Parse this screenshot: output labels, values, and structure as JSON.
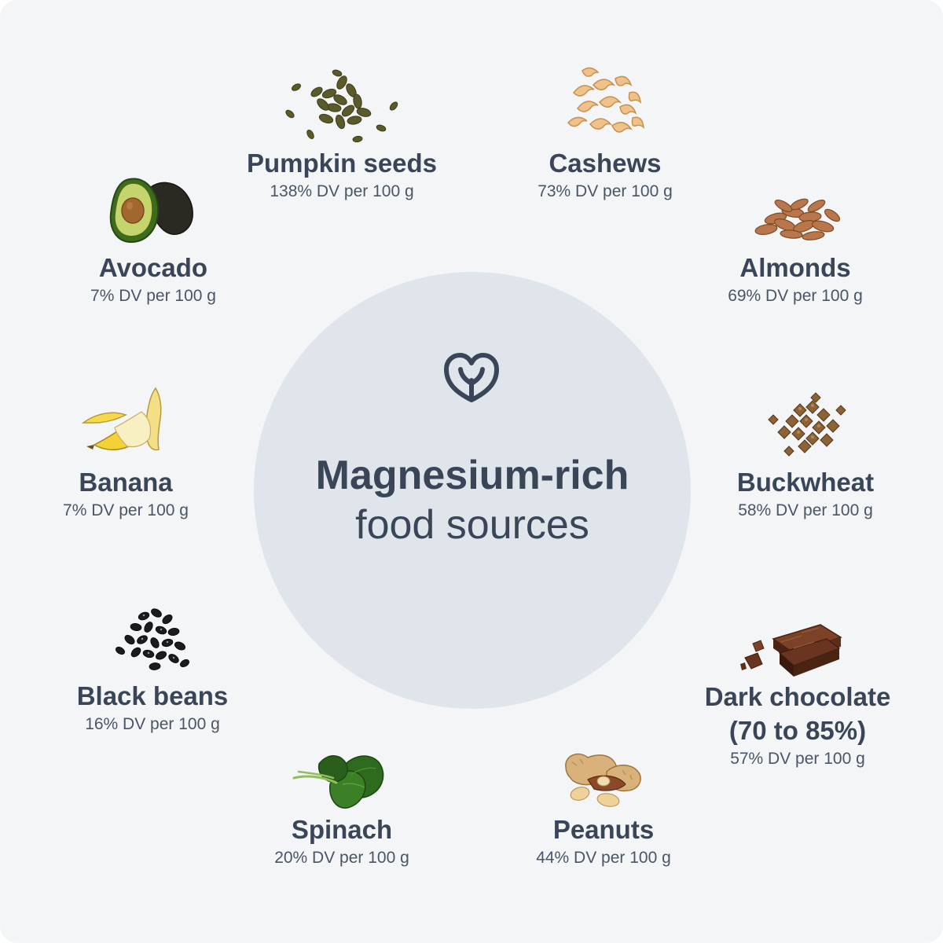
{
  "title": {
    "line1": "Magnesium-rich",
    "line2": "food sources"
  },
  "center_icon": "leaf-heart-icon",
  "colors": {
    "background": "#f3f5f7",
    "circle": "#dfe5eb",
    "text": "#3a4657"
  },
  "foods": {
    "pumpkin_seeds": {
      "name": "Pumpkin seeds",
      "dv": "138% DV per 100 g",
      "icon": "pumpkin-seeds-image"
    },
    "cashews": {
      "name": "Cashews",
      "dv": "73% DV per 100 g",
      "icon": "cashews-image"
    },
    "avocado": {
      "name": "Avocado",
      "dv": "7% DV per 100 g",
      "icon": "avocado-image"
    },
    "almonds": {
      "name": "Almonds",
      "dv": "69% DV per 100 g",
      "icon": "almonds-image"
    },
    "banana": {
      "name": "Banana",
      "dv": "7% DV per 100 g",
      "icon": "banana-image"
    },
    "buckwheat": {
      "name": "Buckwheat",
      "dv": "58% DV per 100 g",
      "icon": "buckwheat-image"
    },
    "black_beans": {
      "name": "Black beans",
      "dv": "16% DV per 100 g",
      "icon": "black-beans-image"
    },
    "dark_chocolate": {
      "name_line1": "Dark chocolate",
      "name_line2": "(70 to 85%)",
      "dv": "57% DV per 100 g",
      "icon": "dark-chocolate-image"
    },
    "spinach": {
      "name": "Spinach",
      "dv": "20% DV per 100 g",
      "icon": "spinach-image"
    },
    "peanuts": {
      "name": "Peanuts",
      "dv": "44% DV per 100 g",
      "icon": "peanuts-image"
    }
  }
}
